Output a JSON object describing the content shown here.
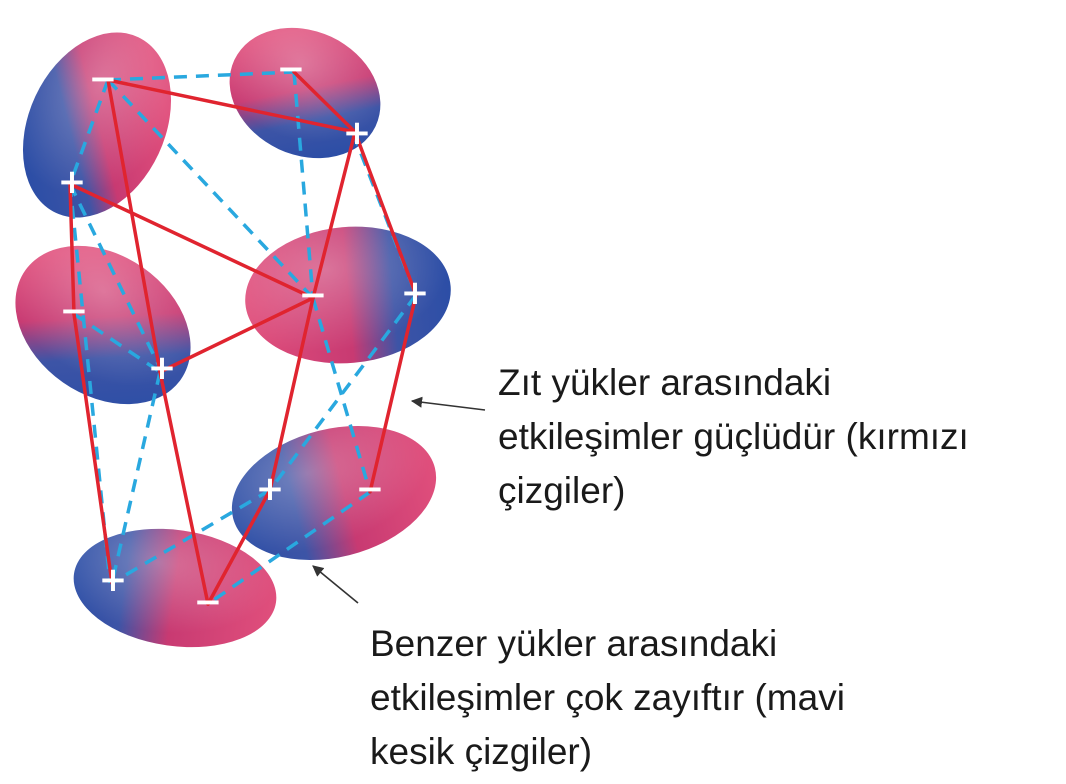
{
  "colors": {
    "positive_region": "#3b4fa8",
    "negative_region": "#d0366a",
    "strong_interaction_line": "#e0242f",
    "weak_interaction_line": "#29a8df",
    "arrow": "#333333"
  },
  "charges": {
    "plus": "+",
    "minus": "−"
  },
  "captions": {
    "strong": {
      "lines": [
        "Zıt yükler arasındaki",
        "etkileşimler güçlüdür (kırmızı",
        "çizgiler)"
      ]
    },
    "weak": {
      "lines": [
        "Benzer yükler arasındaki",
        "etkileşimler çok zayıftır (mavi",
        "kesik çizgiler)"
      ]
    }
  }
}
